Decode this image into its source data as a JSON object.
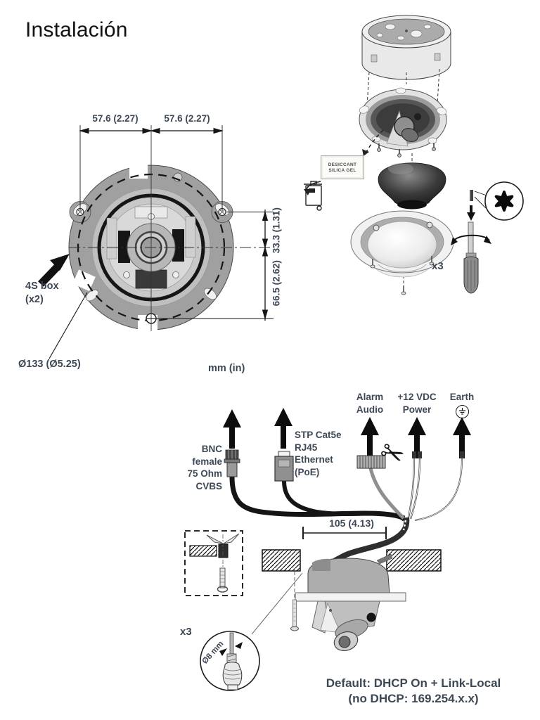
{
  "page": {
    "title": "Instalación"
  },
  "top_view": {
    "dim_top_left": "57.6 (2.27)",
    "dim_top_right": "57.6 (2.27)",
    "dim_side_upper": "33.3 (1.31)",
    "dim_side_lower": "66.5 (2.62)",
    "box_label_line1": "4S box",
    "box_label_line2": "(x2)",
    "diameter_label": "Ø133 (Ø5.25)",
    "units_label": "mm (in)"
  },
  "exploded_view": {
    "desiccant_line1": "DESICCANT",
    "desiccant_line2": "SILICA GEL",
    "dome_screws_qty": "x3"
  },
  "wiring": {
    "bnc": [
      "BNC",
      "female",
      "75 Ohm",
      "CVBS"
    ],
    "ethernet": [
      "STP Cat5e",
      "RJ45",
      "Ethernet",
      "(PoE)"
    ],
    "alarm": [
      "Alarm",
      "Audio"
    ],
    "power": [
      "+12 VDC",
      "Power"
    ],
    "earth": "Earth",
    "cable_dim": "105 (4.13)",
    "drill_dim": "Ø8 mm",
    "anchor_qty": "x3",
    "network_default_line1": "Default: DHCP On + Link-Local",
    "network_default_line2": "(no DHCP: 169.254.x.x)"
  },
  "colors": {
    "label_text": "#3d4855",
    "title_text": "#111111",
    "line": "#161616"
  }
}
